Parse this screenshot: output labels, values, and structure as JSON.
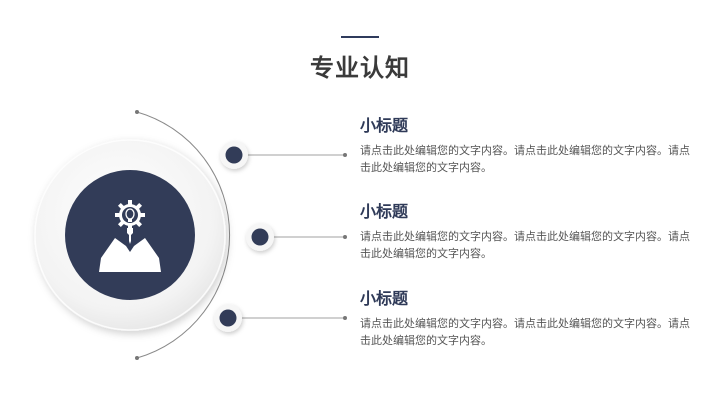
{
  "header": {
    "title": "专业认知"
  },
  "items": [
    {
      "heading": "小标题",
      "body": "请点击此处编辑您的文字内容。请点击此处编辑您的文字内容。请点击此处编辑您的文字内容。"
    },
    {
      "heading": "小标题",
      "body": "请点击此处编辑您的文字内容。请点击此处编辑您的文字内容。请点击此处编辑您的文字内容。"
    },
    {
      "heading": "小标题",
      "body": "请点击此处编辑您的文字内容。请点击此处编辑您的文字内容。请点击此处编辑您的文字内容。"
    }
  ],
  "icons": {
    "center": "person-with-lightbulb-gear-icon"
  },
  "colors": {
    "accent": "#2f3a58",
    "text": "#555555",
    "line": "#9a9a9a"
  }
}
